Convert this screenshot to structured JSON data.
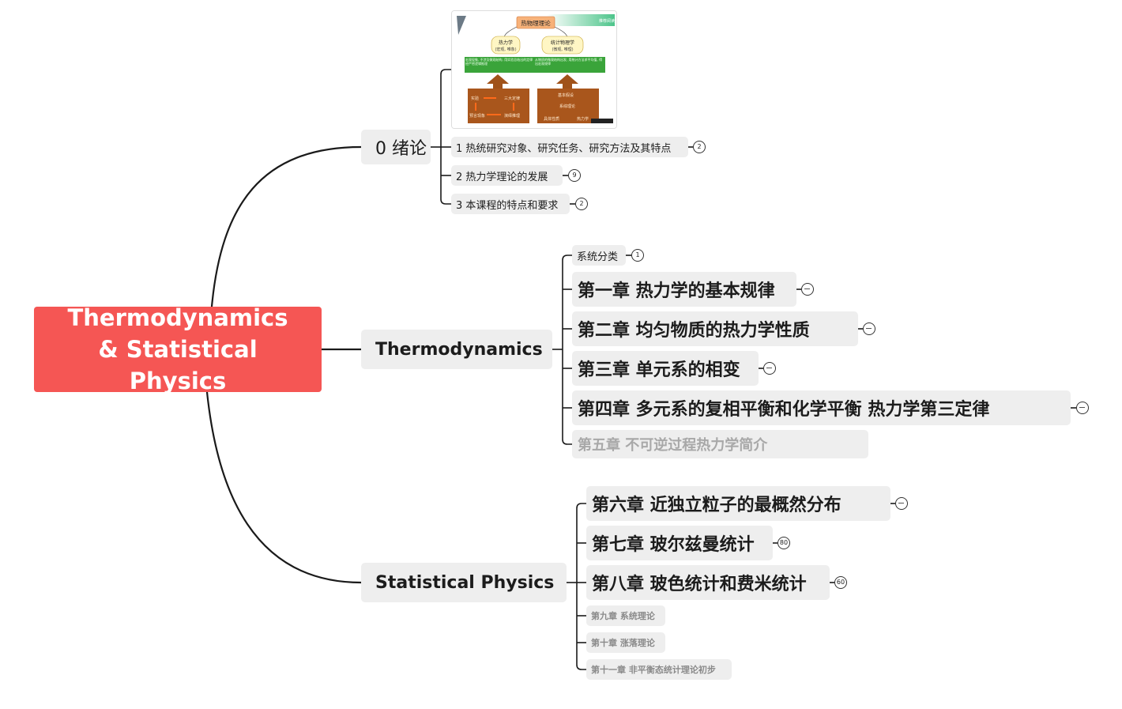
{
  "root": {
    "title": "Thermodynamics & Statistical Physics"
  },
  "branches": {
    "intro": {
      "label": "0 绪论",
      "image": {
        "title": "热物理理论",
        "left": {
          "name": "热力学",
          "note": "(宏观, 唯象)"
        },
        "right": {
          "name": "统计物理学",
          "note": "(微观, 唯理)"
        },
        "left_desc": "宏观现象, 不涉及微观结构, 用实验总结出的定律经严密逻辑推理",
        "right_desc": "从物质的微观结构出发, 用统计方法求平均值, 得出宏观规律",
        "left_base": [
          "实验",
          "三大定律",
          "预言现象",
          "演绎推理"
        ],
        "right_base": [
          "基本假设",
          "系综理论",
          "具体性质",
          "热力学"
        ],
        "corner": "推荐阅读"
      },
      "children": [
        {
          "label": "1 热统研究对象、研究任务、研究方法及其特点",
          "badge": "2"
        },
        {
          "label": "2 热力学理论的发展",
          "badge": "9"
        },
        {
          "label": "3 本课程的特点和要求",
          "badge": "2"
        }
      ]
    },
    "thermo": {
      "label": "Thermodynamics",
      "children": [
        {
          "label": "系统分类",
          "badge": "1"
        },
        {
          "label": "第一章 热力学的基本规律",
          "badge": ""
        },
        {
          "label": "第二章 均匀物质的热力学性质",
          "badge": ""
        },
        {
          "label": "第三章 单元系的相变",
          "badge": ""
        },
        {
          "label": "第四章 多元系的复相平衡和化学平衡 热力学第三定律",
          "badge": ""
        },
        {
          "label": "第五章 不可逆过程热力学简介"
        }
      ]
    },
    "stat": {
      "label": "Statistical Physics",
      "children": [
        {
          "label": "第六章 近独立粒子的最概然分布",
          "badge": ""
        },
        {
          "label": "第七章 玻尔兹曼统计",
          "badge": "80"
        },
        {
          "label": "第八章 玻色统计和费米统计",
          "badge": "60"
        },
        {
          "label": "第九章 系统理论"
        },
        {
          "label": "第十章 涨落理论"
        },
        {
          "label": "第十一章 非平衡态统计理论初步"
        }
      ]
    }
  },
  "colors": {
    "root": "#f55654",
    "node": "#eeeeee",
    "line": "#1a1a1a",
    "muted": "#a8a8a8"
  }
}
